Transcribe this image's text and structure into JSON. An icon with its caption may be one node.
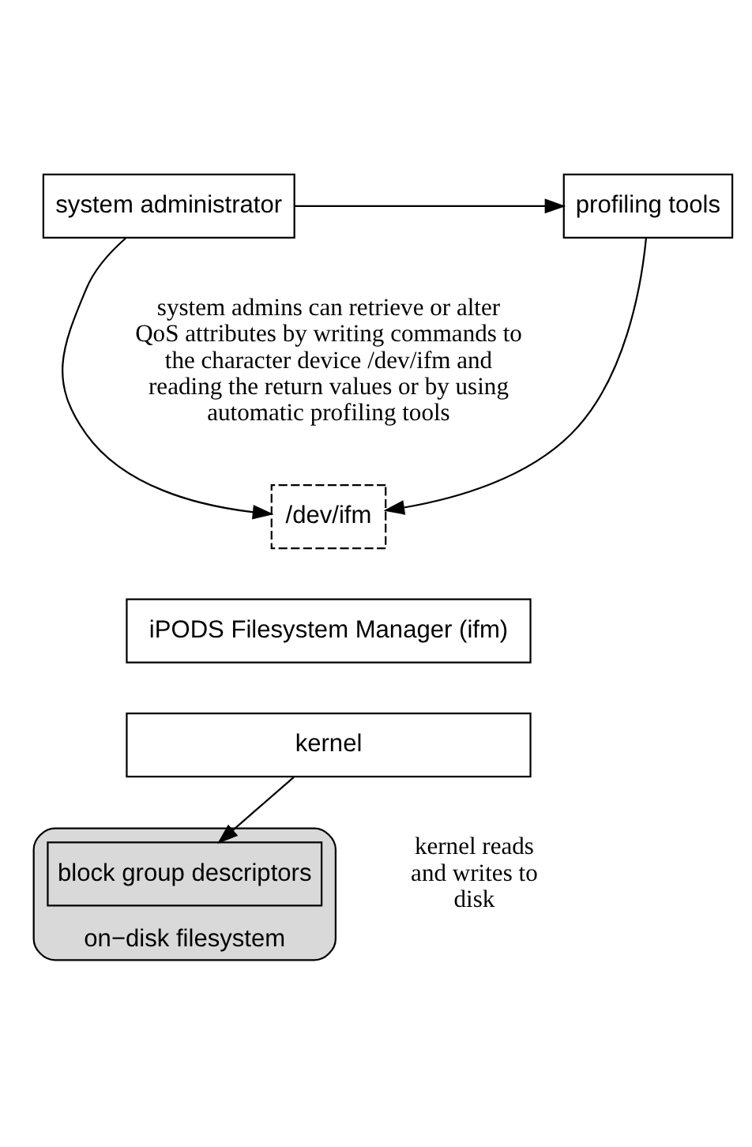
{
  "diagram": {
    "nodes": [
      {
        "text": [
          "system administrator"
        ]
      },
      {
        "text": [
          "profiling tools"
        ]
      },
      {
        "text": [
          "/dev/ifm"
        ]
      },
      {
        "text": [
          "iPODS Filesystem Manager (ifm)"
        ]
      },
      {
        "text": [
          "kernel"
        ]
      },
      {
        "text": [
          "on−disk filesystem"
        ]
      },
      {
        "text": [
          "block group descriptors"
        ],
        "in": 5
      }
    ],
    "edges": [
      {
        "from": 0,
        "to": 1,
        "arrow": "to"
      },
      {
        "from": 0,
        "to": 2,
        "arrow": "to"
      },
      {
        "from": 1,
        "to": 2,
        "arrow": "to"
      },
      {
        "from": 4,
        "to": 6,
        "arrow": "to"
      }
    ],
    "labels": [
      "system admins can retrieve or alter QoS attributes by writing commands to the character device /dev/ifm and reading the return values or by using automatic profiling tools",
      "kernel reads and writes to disk"
    ]
  }
}
